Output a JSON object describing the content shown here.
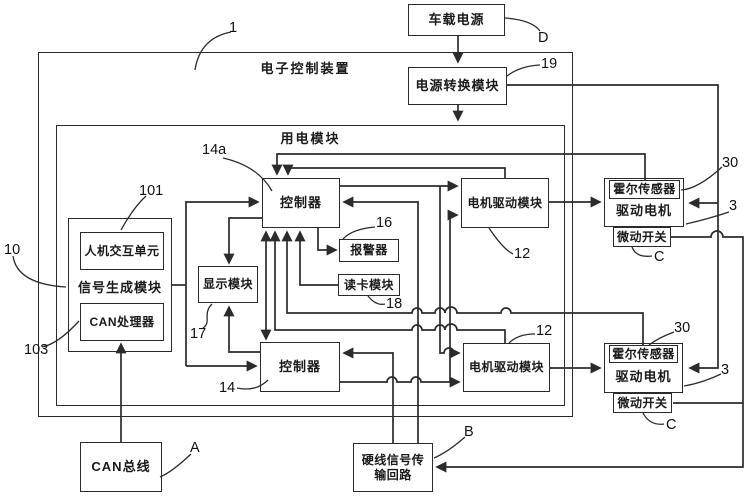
{
  "containers": {
    "outer_title": "电子控制装置",
    "inner_title": "用电模块"
  },
  "boxes": {
    "vehicle_power": "车载电源",
    "power_conversion": "电源转换模块",
    "controller_upper": "控制器",
    "controller_lower": "控制器",
    "signal_generation": "信号生成模块",
    "hmi_unit": "人机交互单元",
    "can_processor": "CAN处理器",
    "display_module": "显示模块",
    "alarm": "报警器",
    "card_reader": "读卡模块",
    "motor_drive_upper": "电机驱动模块",
    "motor_drive_lower": "电机驱动模块",
    "hall_sensor_upper": "霍尔传感器",
    "hall_sensor_lower": "霍尔传感器",
    "drive_motor_upper": "驱动电机",
    "drive_motor_lower": "驱动电机",
    "micro_switch_upper": "微动开关",
    "micro_switch_lower": "微动开关",
    "can_bus": "CAN总线",
    "hardwire_line1": "硬线信号传",
    "hardwire_line2": "输回路"
  },
  "refs": {
    "n1": "1",
    "nD": "D",
    "n19": "19",
    "n14a": "14a",
    "n101": "101",
    "n10": "10",
    "n103": "103",
    "n16": "16",
    "n17": "17",
    "n18": "18",
    "n12_upper": "12",
    "n12_lower": "12",
    "n14": "14",
    "n30_upper": "30",
    "n30_lower": "30",
    "n3_upper": "3",
    "n3_lower": "3",
    "nC_upper": "C",
    "nC_lower": "C",
    "nA": "A",
    "nB": "B"
  },
  "colors": {
    "line": "#2b2b2b",
    "text": "#111111",
    "background": "#ffffff"
  }
}
